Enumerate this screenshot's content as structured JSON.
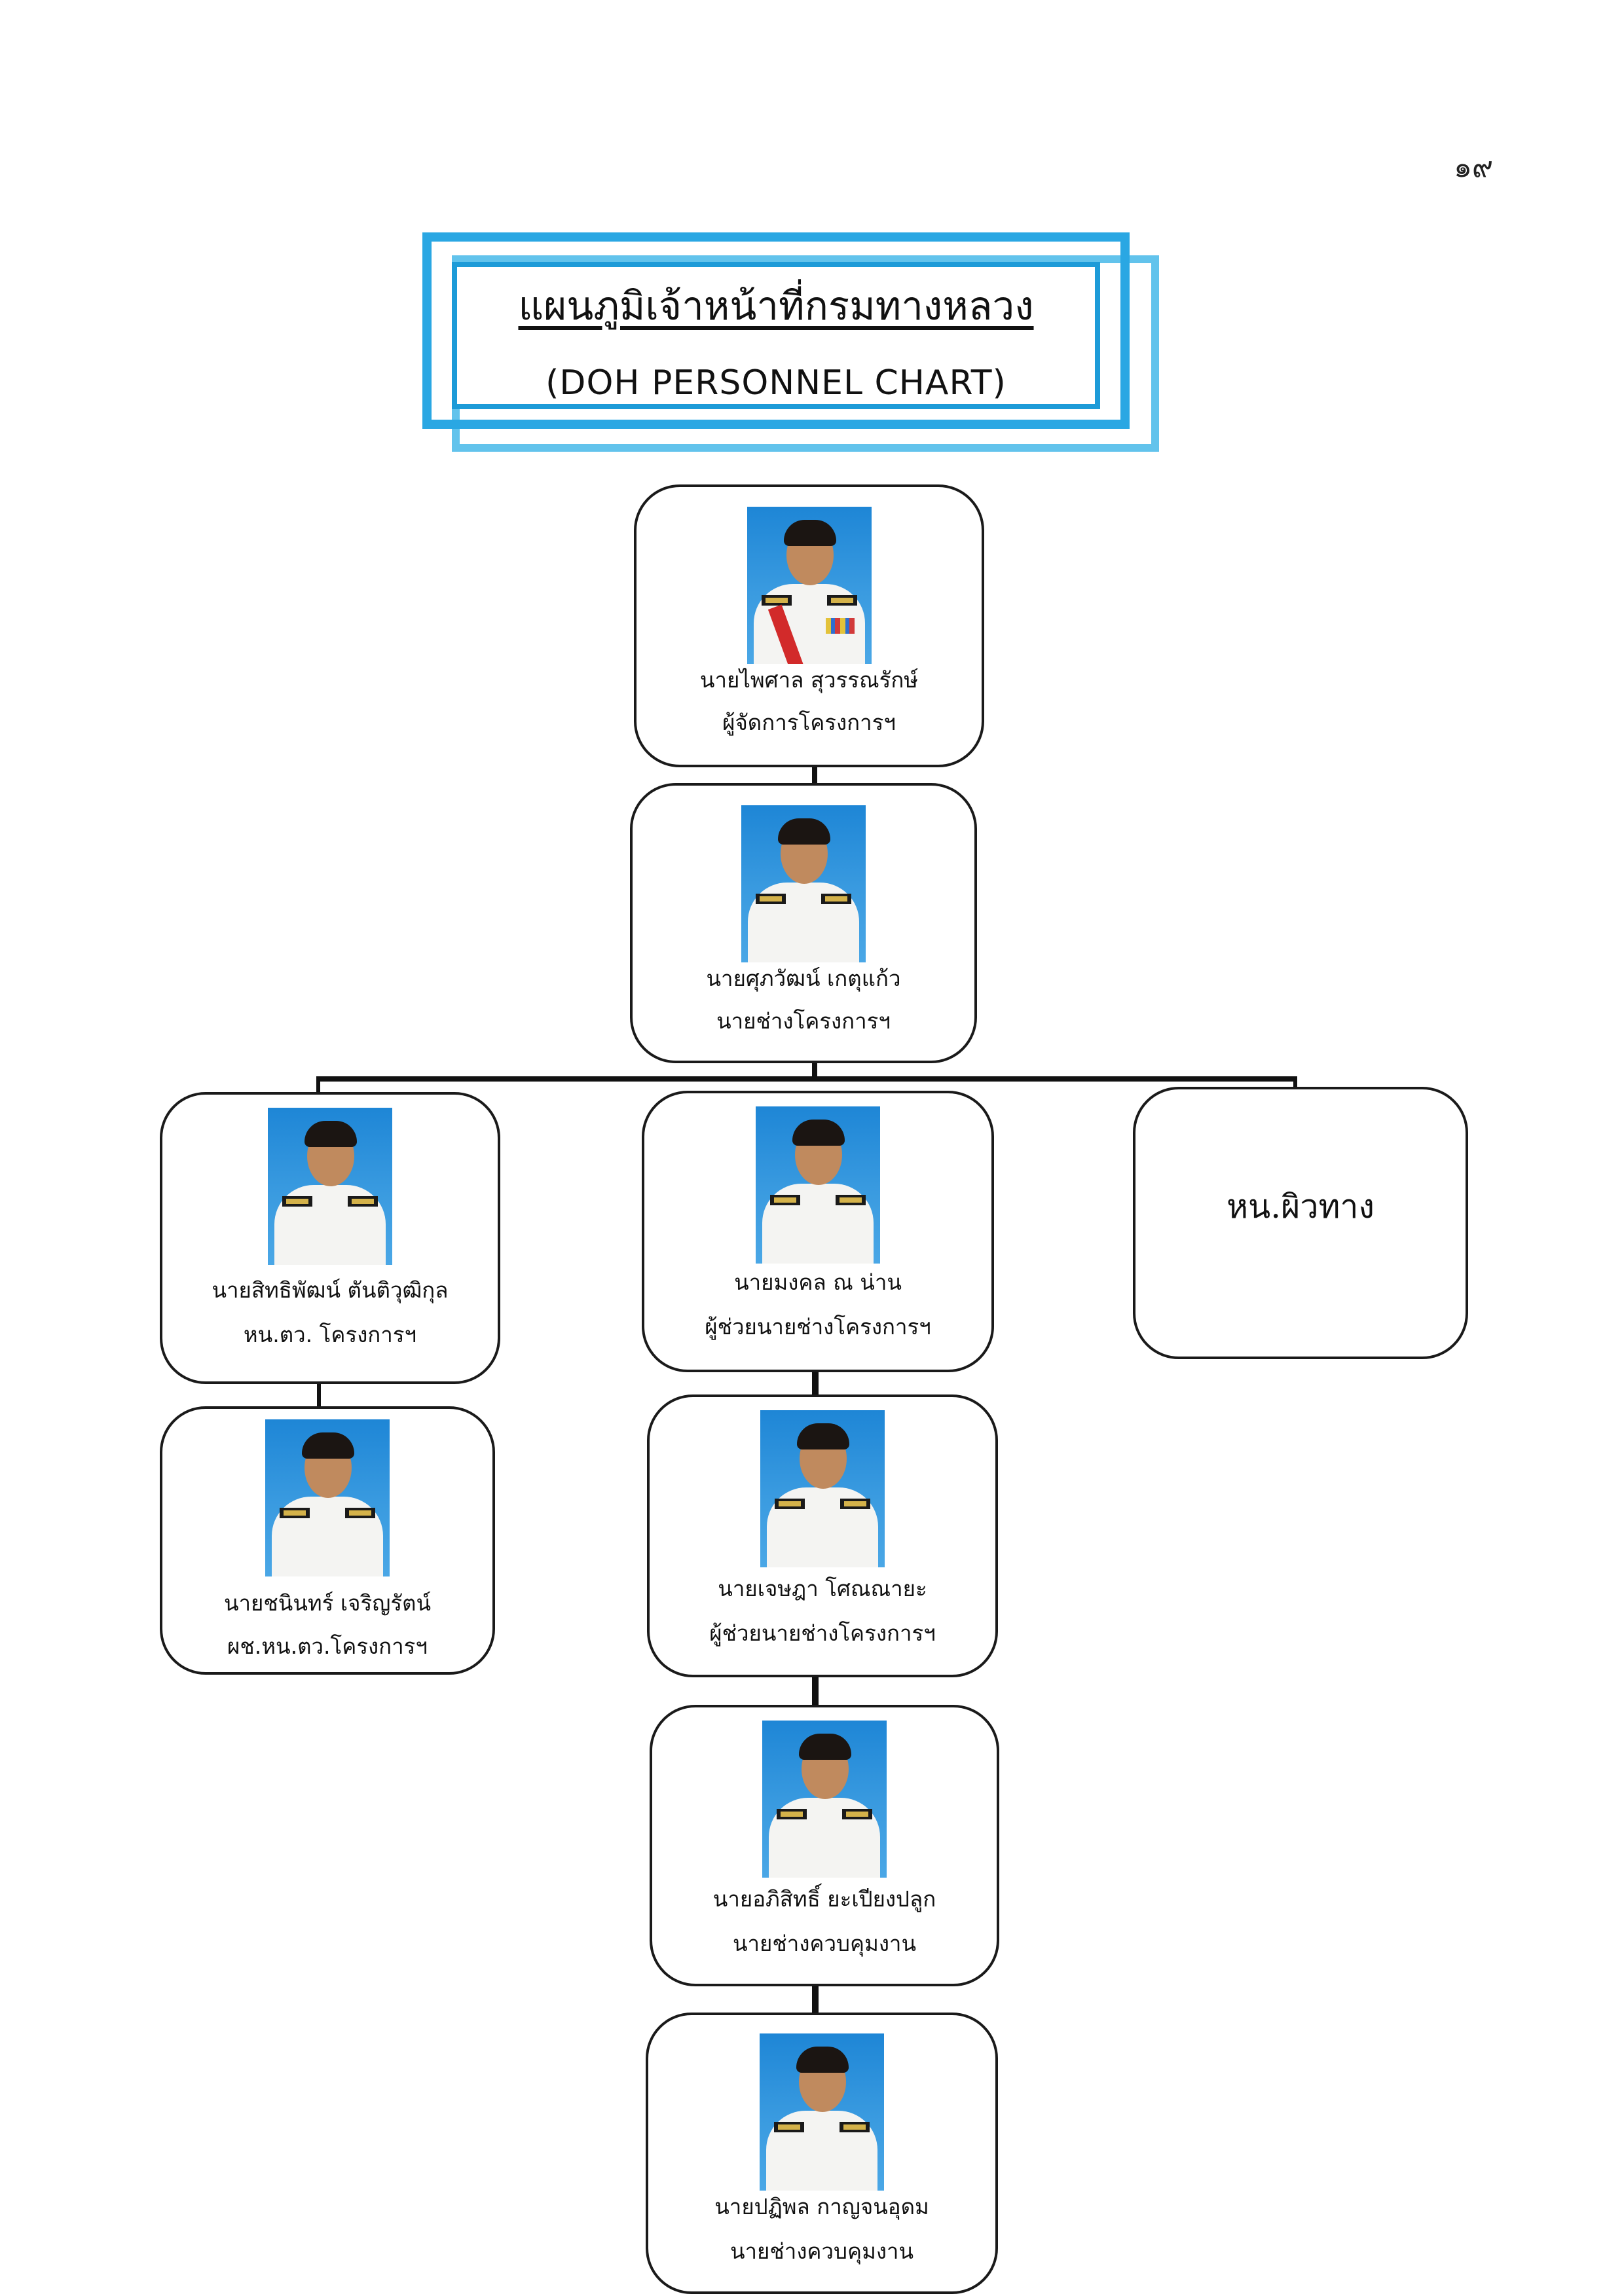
{
  "page_number": "๑๙",
  "title": {
    "thai": "แผนภูมิเจ้าหน้าที่กรมทางหลวง",
    "english": "(DOH PERSONNEL CHART)"
  },
  "nodes": {
    "manager": {
      "name": "นายไพศาล สุวรรณรักษ์",
      "role": "ผู้จัดการโครงการฯ"
    },
    "project_engineer": {
      "name": "นายศุภวัฒน์ เกตุแก้ว",
      "role": "นายช่างโครงการฯ"
    },
    "survey_head": {
      "name": "นายสิทธิพัฒน์ ตันติวุฒิกุล",
      "role": "หน.ตว. โครงการฯ"
    },
    "survey_assistant": {
      "name": "นายชนินทร์ เจริญรัตน์",
      "role": "ผช.หน.ตว.โครงการฯ"
    },
    "assistant_engineer_1": {
      "name": "นายมงคล ณ น่าน",
      "role": "ผู้ช่วยนายช่างโครงการฯ"
    },
    "assistant_engineer_2": {
      "name": "นายเจษฎา โศณณายะ",
      "role": "ผู้ช่วยนายช่างโครงการฯ"
    },
    "supervisor_1": {
      "name": "นายอภิสิทธิ์ ยะเปียงปลูก",
      "role": "นายช่างควบคุมงาน"
    },
    "supervisor_2": {
      "name": "นายปฏิพล กาญจนอุดม",
      "role": "นายช่างควบคุมงาน"
    },
    "pavement_head": {
      "label": "หน.ผิวทาง"
    }
  }
}
